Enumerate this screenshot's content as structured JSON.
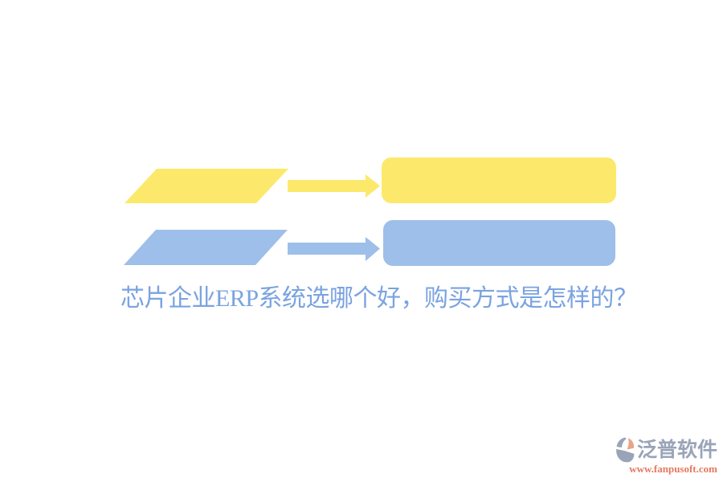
{
  "colors": {
    "background": "#ffffff",
    "yellow": "#FCE96B",
    "blue": "#9DBFE9",
    "title": "#7AA3E0",
    "logo_name": "#9AA4B8",
    "logo_url": "#E4795F",
    "logo_icon_gray": "#9AA4B8",
    "logo_icon_peach": "#E8A587"
  },
  "diagram": {
    "rows": [
      {
        "id": "yellow-flow",
        "shapes": [
          "parallelogram",
          "arrow-right",
          "rounded-rectangle"
        ]
      },
      {
        "id": "blue-flow",
        "shapes": [
          "parallelogram",
          "arrow-right",
          "rounded-rectangle"
        ]
      }
    ]
  },
  "title": {
    "text": "芯片企业ERP系统选哪个好，购买方式是怎样的？"
  },
  "logo": {
    "name": "泛普软件",
    "url": "www.fanpusoft.com"
  }
}
